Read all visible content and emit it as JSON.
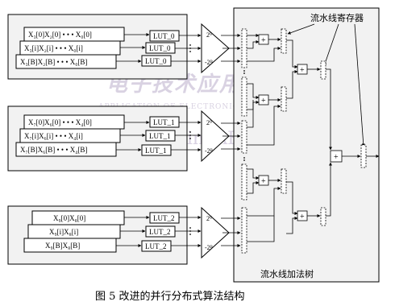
{
  "groups": [
    {
      "rows": [
        {
          "text": "X₃[0]X₂[0] • • • X₀[0]"
        },
        {
          "text": "X₃[i]X₂[i] • • • X₀[i]"
        },
        {
          "text": "X₃[B]X₂[B] • • • X₀[B]"
        }
      ],
      "lut": "LUT_0",
      "shift_top": "2⁰",
      "shift_bottom": "-2ᴮ"
    },
    {
      "rows": [
        {
          "text": "X₇[0]X₆[0] • • • X₄[0]"
        },
        {
          "text": "X₇[i]X₆[i] • • • X₄[i]"
        },
        {
          "text": "X₇[B]X₆[B] • • • X₄[B]"
        }
      ],
      "lut": "LUT_1",
      "shift_top": "2⁰",
      "shift_bottom": "-2ᴮ"
    },
    {
      "rows": [
        {
          "text": "X₉[0]X₈[0]"
        },
        {
          "text": "X₉[i]X₈[i]"
        },
        {
          "text": "X₉[B]X₈[B]"
        }
      ],
      "lut": "LUT_2",
      "shift_top": "2⁰",
      "shift_bottom": "-2ᴮ"
    }
  ],
  "adder_symbol": "+",
  "labels": {
    "pipeline_register": "流水线寄存器",
    "pipeline_adder_tree": "流水线加法树"
  },
  "caption": "图 5    改进的并行分布式算法结构",
  "watermark": {
    "logo": "电子技术应用",
    "english": "APPLICATION OF ELECTRONIC TECHNIQUE",
    "url": "www.ChinaAET.com"
  }
}
